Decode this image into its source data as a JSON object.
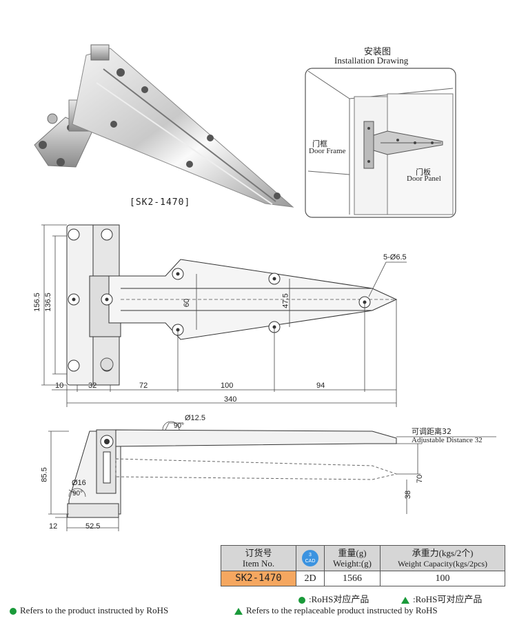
{
  "photo": {
    "model_caption": "[SK2-1470]"
  },
  "installation": {
    "title_cn": "安装图",
    "title_en": "Installation Drawing",
    "frame_cn": "门框",
    "frame_en": "Door Frame",
    "panel_cn": "门板",
    "panel_en": "Door Panel"
  },
  "top_view": {
    "hole_callout": "5-Ø6.5",
    "height_outer": "156.5",
    "height_inner": "136.5",
    "hole_spacing_a": "60",
    "hole_spacing_b": "47.5",
    "dims_bottom": [
      "10",
      "32",
      "72",
      "100",
      "94"
    ],
    "total_length": "340"
  },
  "side_view": {
    "dia_top": "Ø12.5",
    "angle_top": "90°",
    "adjust_cn": "可调距离32",
    "adjust_en": "Adjustable Distance  32",
    "height_total": "85.5",
    "dia_bottom": "Ø16",
    "angle_bottom": "90°",
    "h70": "70",
    "h38": "38",
    "base_thick": "12",
    "base_width": "52.5"
  },
  "table": {
    "h_item_cn": "订货号",
    "h_item_en": "Item No.",
    "h_cad_top": "3",
    "h_cad_bottom": "CAD",
    "h_weight_cn": "重量(g)",
    "h_weight_en": "Weight:(g)",
    "h_cap_cn": "承重力(kgs/2个)",
    "h_cap_en": "Weight Capacity(kgs/2pcs)",
    "item": "SK2-1470",
    "cad": "2D",
    "weight": "1566",
    "capacity": "100"
  },
  "legend": {
    "rohs_cn": ":RoHS对应产品",
    "rohs_alt_cn": ":RoHS可对应产品",
    "rohs_en": "Refers to the product instructed by RoHS",
    "rohs_alt_en": "Refers to the replaceable product instructed by RoHS"
  },
  "colors": {
    "legend_green": "#1a9a3a",
    "model_cell": "#f5a760",
    "header_gray": "#d6d6d6"
  }
}
